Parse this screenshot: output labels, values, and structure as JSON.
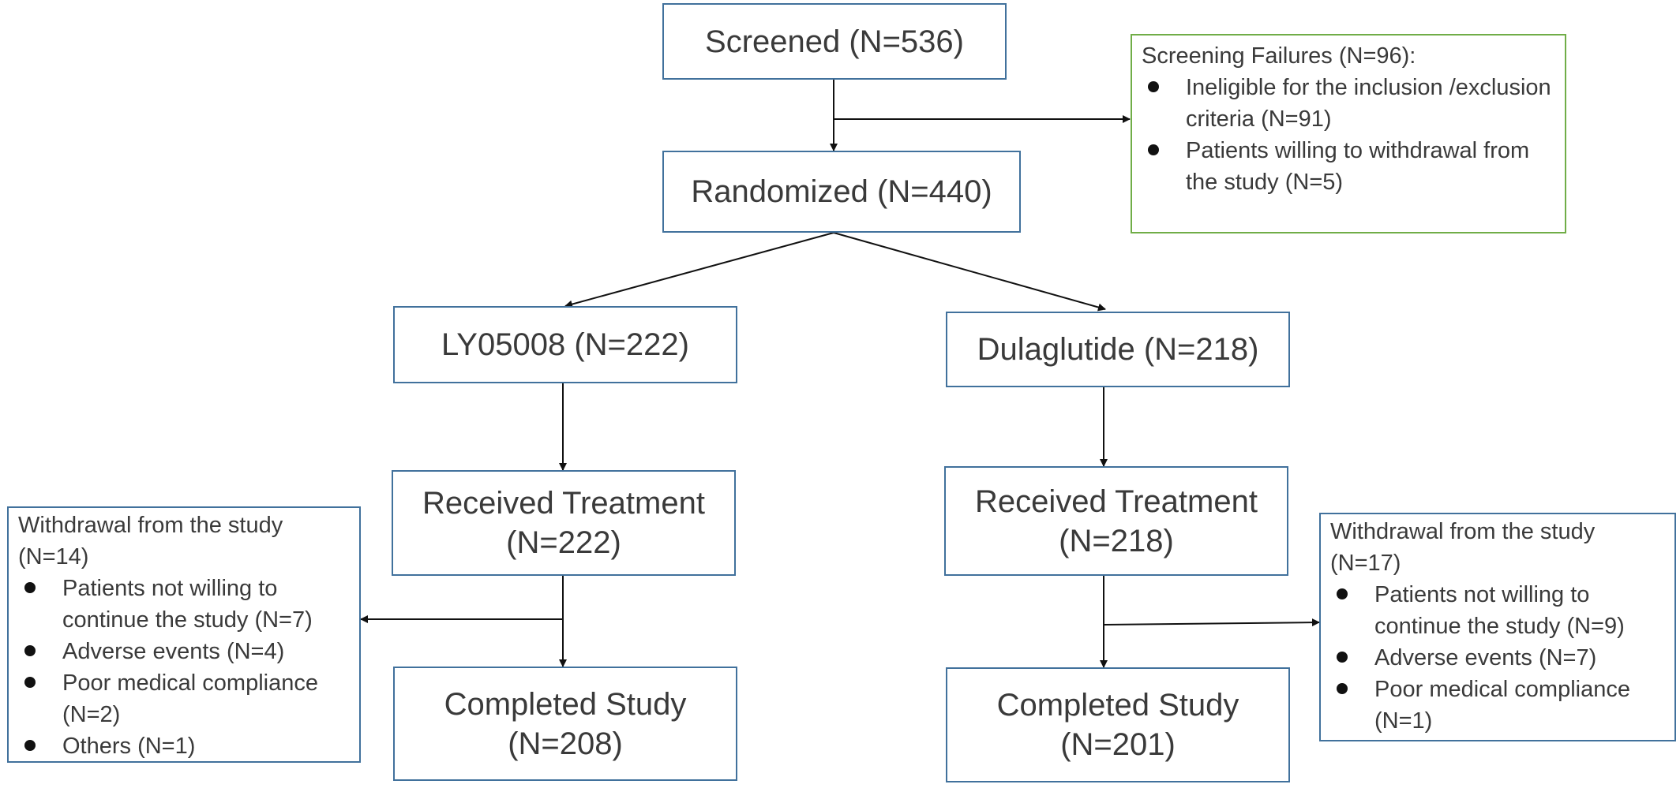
{
  "screened": {
    "label": "Screened (N=536)"
  },
  "screening_failures": {
    "title": "Screening Failures (N=96):",
    "items": [
      "Ineligible for the inclusion /exclusion criteria (N=91)",
      "Patients willing to withdrawal from the study (N=5)"
    ]
  },
  "randomized": {
    "label": "Randomized (N=440)"
  },
  "arm_left": {
    "arm": "LY05008 (N=222)",
    "received_line1": "Received Treatment",
    "received_line2": "(N=222)",
    "completed_line1": "Completed Study",
    "completed_line2": "(N=208)",
    "withdrawal": {
      "title": "Withdrawal from the study (N=14)",
      "items": [
        "Patients not willing to continue the study (N=7)",
        "Adverse events (N=4)",
        "Poor medical compliance (N=2)",
        "Others (N=1)"
      ]
    }
  },
  "arm_right": {
    "arm": "Dulaglutide (N=218)",
    "received_line1": "Received Treatment",
    "received_line2": "(N=218)",
    "completed_line1": "Completed Study",
    "completed_line2": "(N=201)",
    "withdrawal": {
      "title": "Withdrawal from the study (N=17)",
      "items": [
        "Patients not willing to continue the study (N=9)",
        "Adverse events (N=7)",
        "Poor medical compliance (N=1)"
      ]
    }
  }
}
